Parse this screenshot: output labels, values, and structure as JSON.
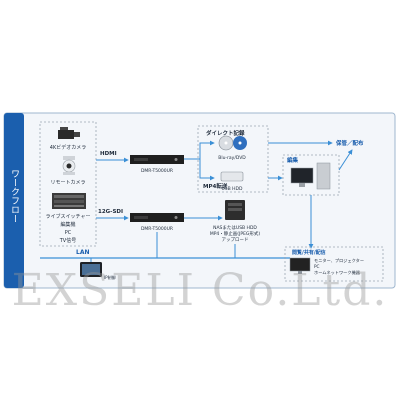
{
  "side_title": "ワークフロー",
  "sources": {
    "camera_4k": "4Kビデオカメラ",
    "remote_camera": "リモートカメラ",
    "live_switcher": "ライブスイッチャー",
    "broadcast": "編集機",
    "pc": "PC",
    "tv_signal": "TV信号"
  },
  "recorders": {
    "top_input": "HDMI",
    "top_model": "DMR-T5000UR",
    "bottom_input": "12G-SDI",
    "bottom_model": "DMR-T5000UR"
  },
  "outputs": {
    "direct_record": "ダイレクト記録",
    "bluray": "Blu-ray/DVD",
    "mp4_transfer": "MP4転送",
    "usb_hdd": "USB HDD",
    "nas_line1": "NASまたはUSB HDD",
    "nas_line2": "MP4・静止画(JPEG形式)",
    "nas_line3": "アップロード",
    "edit": "編集",
    "archive": "保管／配布",
    "share": "閲覧/共有/配信",
    "monitor_line1": "モニター、プロジェクター",
    "monitor_line2": "PC",
    "monitor_line3": "ホームネットワーク機器",
    "lan": "LAN",
    "tablet": "IP制御"
  },
  "watermark": "EXSELI Co.Ltd.",
  "colors": {
    "accent": "#1b5fae",
    "line": "#3a8fd6",
    "frame": "#9fb7cf",
    "panel": "#f3f6fa"
  }
}
